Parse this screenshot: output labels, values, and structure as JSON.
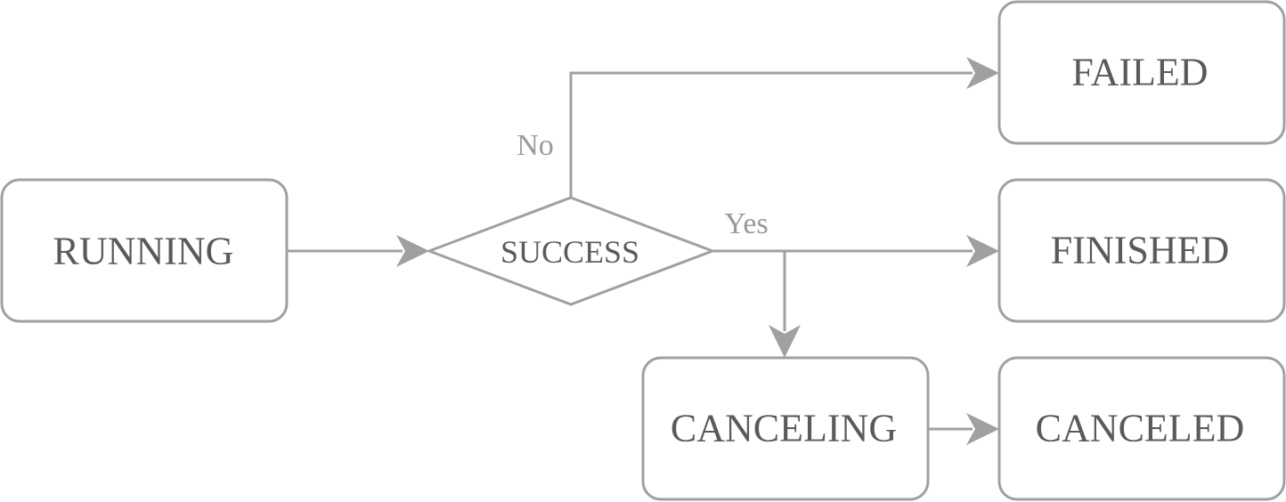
{
  "nodes": {
    "running": {
      "label": "RUNNING"
    },
    "success": {
      "label": "SUCCESS"
    },
    "failed": {
      "label": "FAILED"
    },
    "finished": {
      "label": "FINISHED"
    },
    "canceling": {
      "label": "CANCELING"
    },
    "canceled": {
      "label": "CANCELED"
    }
  },
  "edges": {
    "no_label": "No",
    "yes_label": "Yes"
  },
  "colors": {
    "stroke": "#a0a0a0",
    "node_text": "#5a5a5a",
    "edge_text": "#9a9a9a",
    "background": "#ffffff"
  }
}
